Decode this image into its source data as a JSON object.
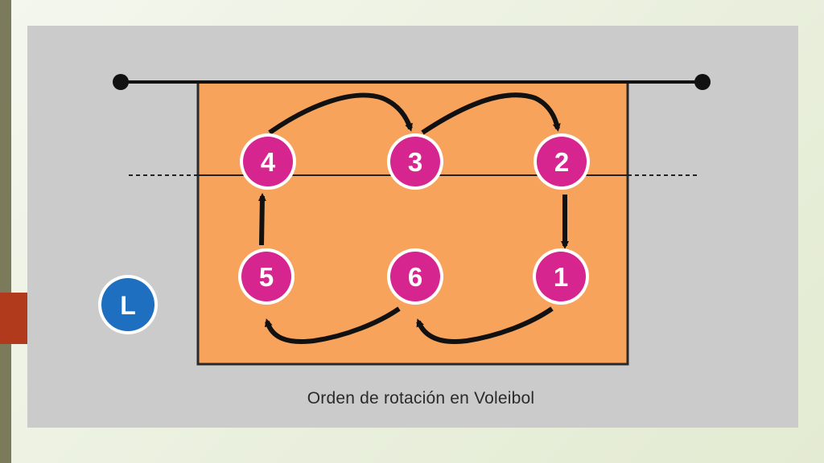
{
  "caption": "Orden de rotación en Voleibol",
  "libero_badge": "L",
  "positions": [
    {
      "label": "4"
    },
    {
      "label": "3"
    },
    {
      "label": "2"
    },
    {
      "label": "5"
    },
    {
      "label": "6"
    },
    {
      "label": "1"
    }
  ],
  "colors": {
    "court": "#f7a35c",
    "player": "#d6258f",
    "libero": "#1f6fc0",
    "background": "#cbcbcb"
  }
}
